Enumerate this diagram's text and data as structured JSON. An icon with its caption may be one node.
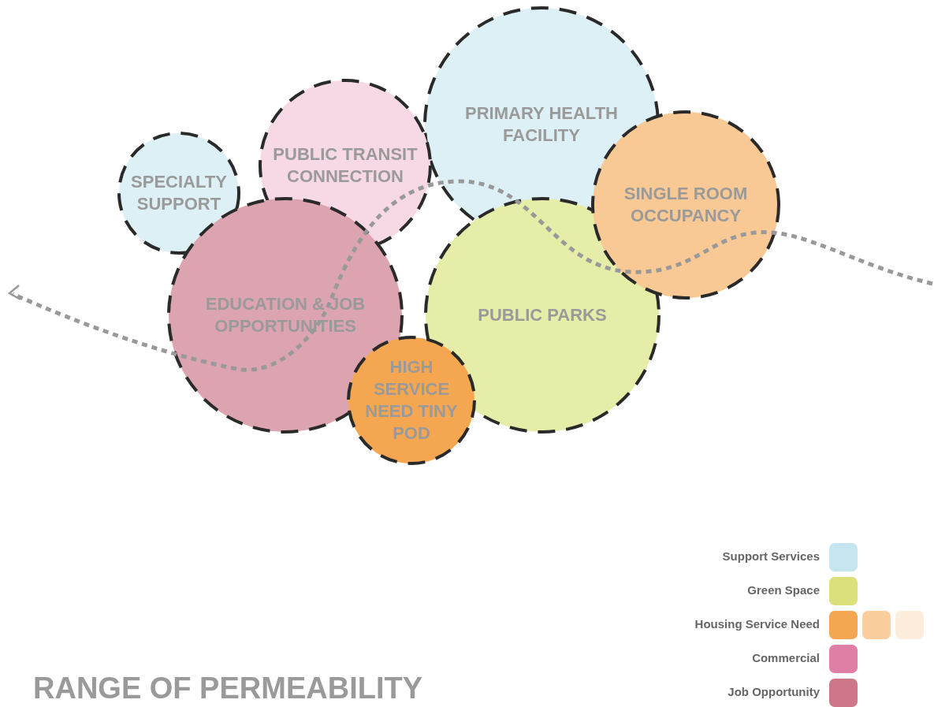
{
  "diagram": {
    "title": "RANGE OF PERMEABILITY",
    "nodes": [
      {
        "text": [
          "PRIMARY HEALTH FACILITY"
        ]
      },
      {
        "text": [
          "PUBLIC TRANSIT CONNECTION"
        ]
      },
      {
        "text": [
          "SPECIALTY SUPPORT"
        ]
      },
      {
        "text": [
          "SINGLE ROOM OCCUPANCY"
        ]
      },
      {
        "text": [
          "EDUCATION & JOB OPPORTUNITIES"
        ]
      },
      {
        "text": [
          "PUBLIC PARKS"
        ]
      },
      {
        "text": [
          "HIGH SERVICE NEED TINY POD"
        ]
      }
    ],
    "edges": [],
    "legend": [
      {
        "text": "Support Services",
        "color": "#c5e6ee"
      },
      {
        "text": "Green Space",
        "color": "#dbe07a"
      },
      {
        "text": "Housing Service Need",
        "color": "#f5a650"
      },
      {
        "text": "Commercial",
        "color": "#e07fa6"
      },
      {
        "text": "Job Opportunity",
        "color": "#cd7788"
      }
    ]
  }
}
